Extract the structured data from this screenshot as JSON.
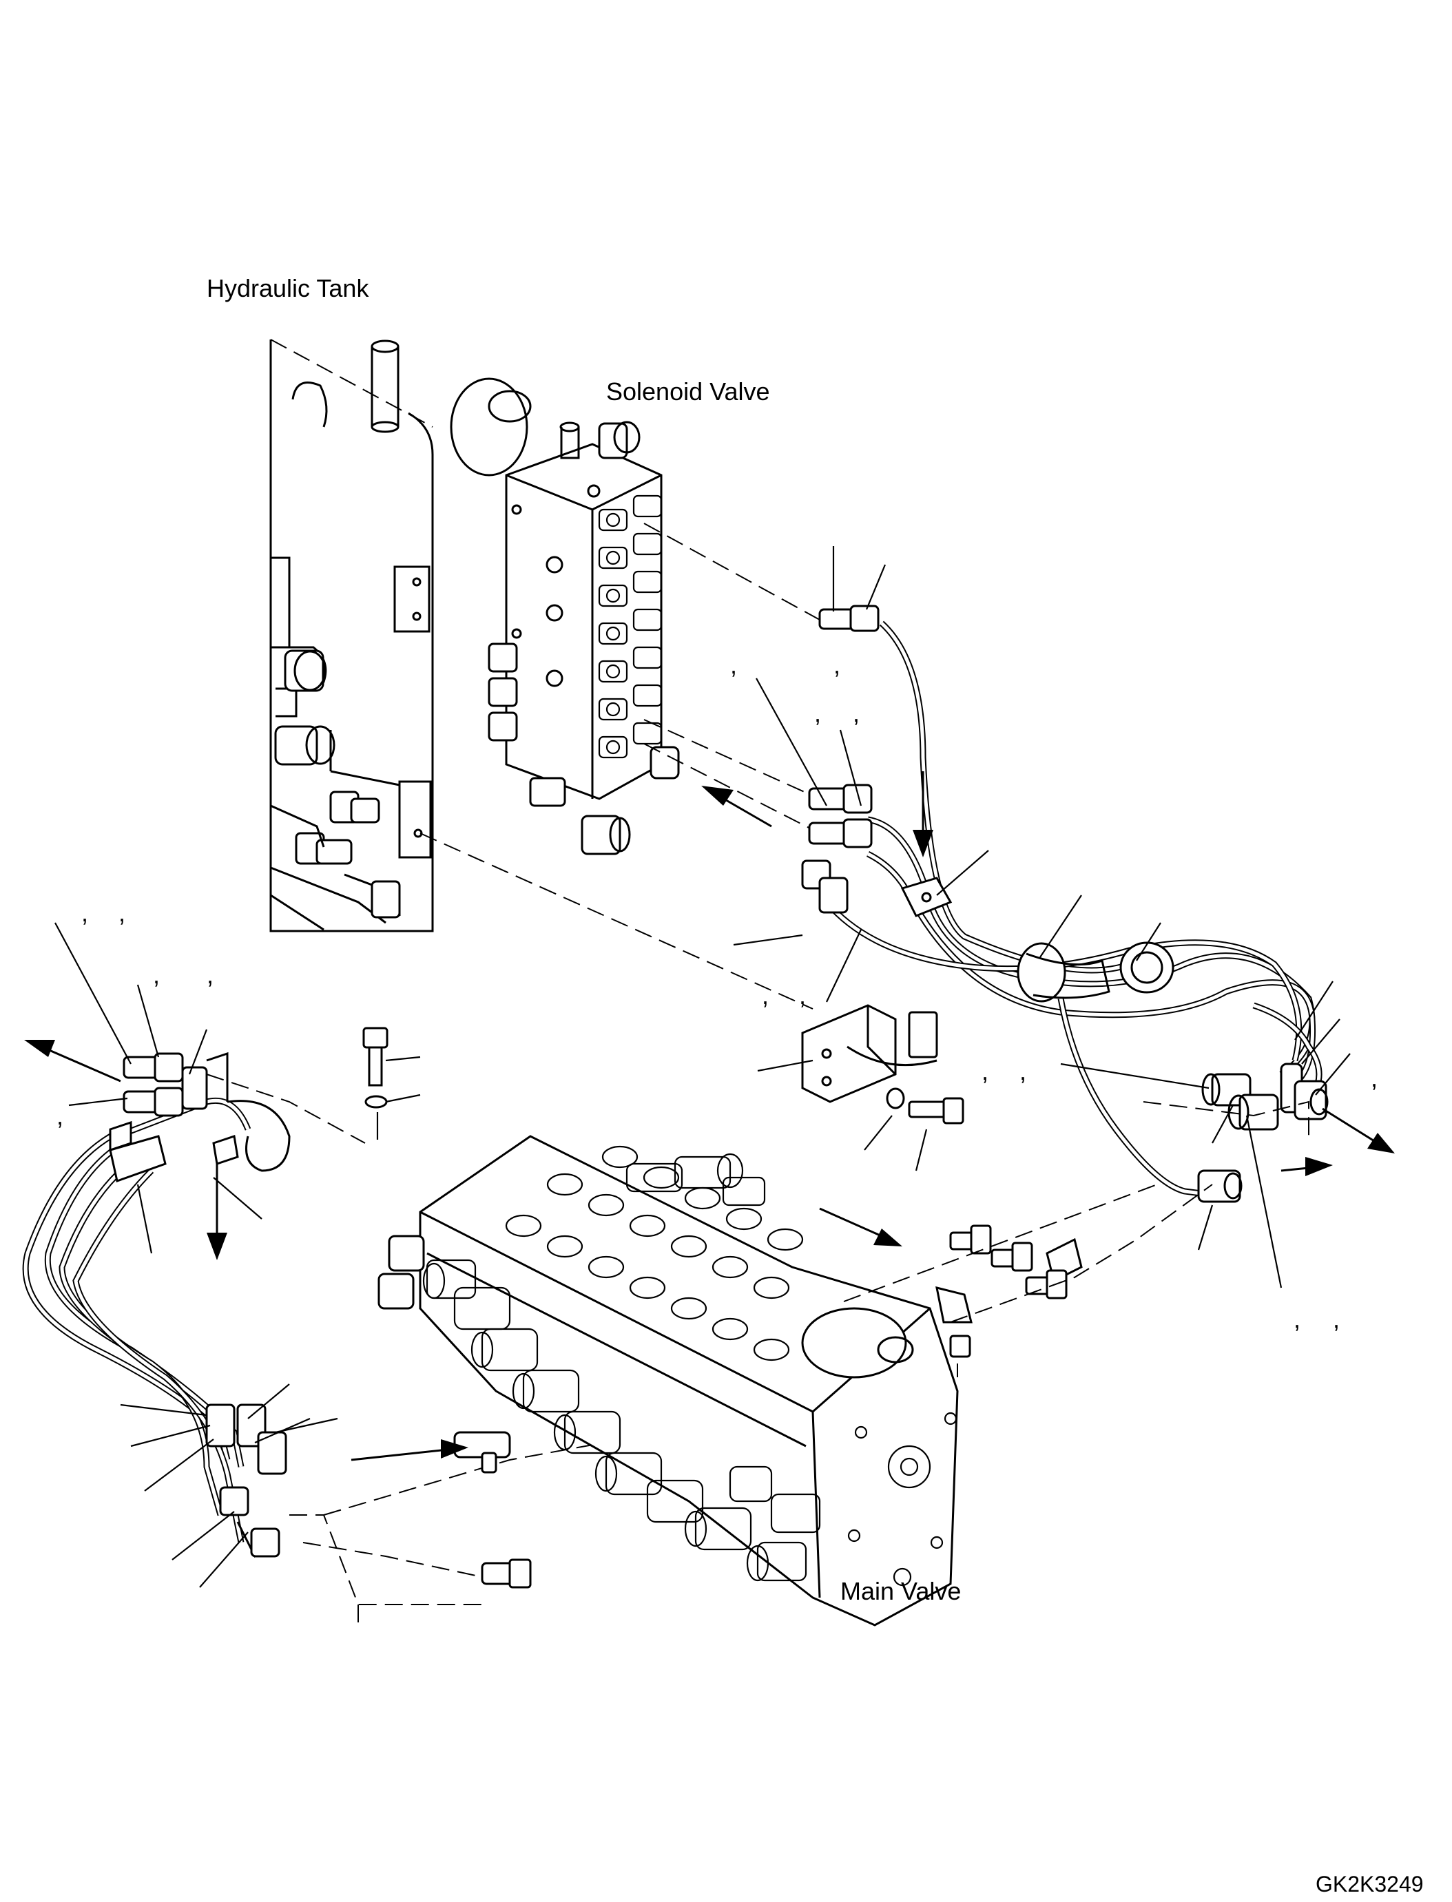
{
  "labels": {
    "hydraulic_tank": "Hydraulic Tank",
    "solenoid_valve": "Solenoid Valve",
    "main_valve": "Main Valve",
    "drawing_code": "GK2K3249"
  },
  "callout_commas": [
    ",",
    ",",
    ",",
    ",",
    ",",
    ",",
    ",",
    ",",
    ",",
    ",",
    ",",
    ",",
    ",",
    ",",
    ",",
    ","
  ]
}
